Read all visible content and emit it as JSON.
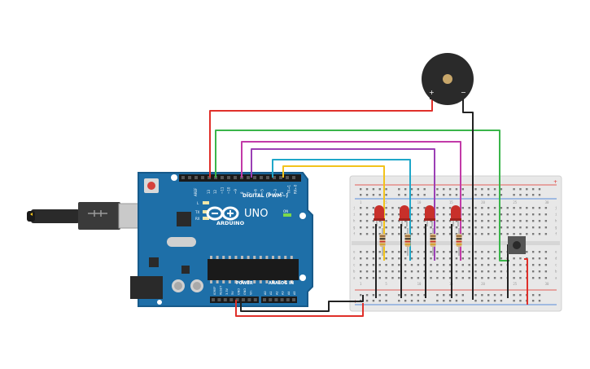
{
  "arduino": {
    "brand": "ARDUINO",
    "model": "UNO",
    "digital_label": "DIGITAL (PWM~)",
    "power_label": "POWER",
    "analog_label": "ANALOG IN",
    "on_label": "ON",
    "aref": "AREF",
    "gnd": "GND",
    "pin_labels_top": [
      "13",
      "12",
      "~11",
      "~10",
      "~9",
      "8",
      "7",
      "~6",
      "~5",
      "4",
      "~3",
      "2",
      "TX→1",
      "RX←0"
    ],
    "led_labels": [
      "L",
      "TX",
      "RX"
    ],
    "power_pins": [
      "IOREF",
      "RESET",
      "3.3V",
      "5V",
      "GND",
      "GND",
      "Vin"
    ],
    "analog_pins": [
      "A0",
      "A1",
      "A2",
      "A3",
      "A4",
      "A5"
    ]
  },
  "buzzer": {
    "plus": "+",
    "minus": "−"
  },
  "breadboard": {
    "rail_plus": "+",
    "rail_minus": "−",
    "col_numbers": [
      "1",
      "5",
      "10",
      "15",
      "20",
      "25",
      "30"
    ],
    "row_letters_top": [
      "j",
      "i",
      "h",
      "g",
      "f"
    ],
    "row_letters_bottom": [
      "e",
      "d",
      "c",
      "b",
      "a"
    ]
  },
  "colors": {
    "board": "#1e6fa8",
    "board_edge": "#175a8a",
    "red_wire": "#e0302a",
    "green_wire": "#3ab54a",
    "purple_wire": "#9b3fb5",
    "magenta_wire": "#c23aa8",
    "cyan_wire": "#1fa7c9",
    "yellow_wire": "#f2c31b",
    "black_wire": "#222222",
    "led_red": "#c8302a"
  }
}
